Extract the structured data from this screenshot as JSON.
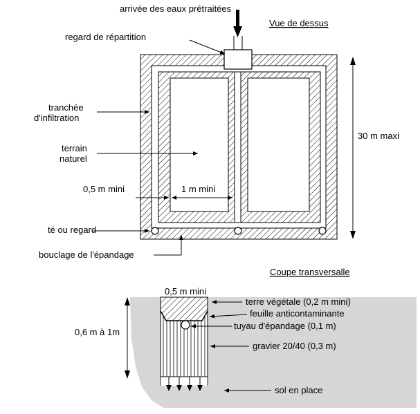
{
  "top_view": {
    "title": "Vue de dessus",
    "inlet_label": "arrivée des eaux prétraitées",
    "distribution_box_label": "regard de répartition",
    "trench_label_line1": "tranchée",
    "trench_label_line2": "d'infiltration",
    "ground_label_line1": "terrain",
    "ground_label_line2": "naturel",
    "min_spacing_label": "0,5 m mini",
    "trench_spacing_label": "1 m mini",
    "max_length_label": "30 m maxi",
    "tee_label": "té ou regard",
    "loop_label": "bouclage de l'épandage"
  },
  "cross_section": {
    "title": "Coupe transversalle",
    "width_label": "0,5 m mini",
    "depth_label": "0,6 m à 1m",
    "topsoil_label": "terre végétale (0,2 m mini)",
    "membrane_label": "feuille anticontaminante",
    "pipe_label": "tuyau d'épandage (0,1 m)",
    "gravel_label": "gravier 20/40 (0,3 m)",
    "subsoil_label": "sol en place"
  }
}
